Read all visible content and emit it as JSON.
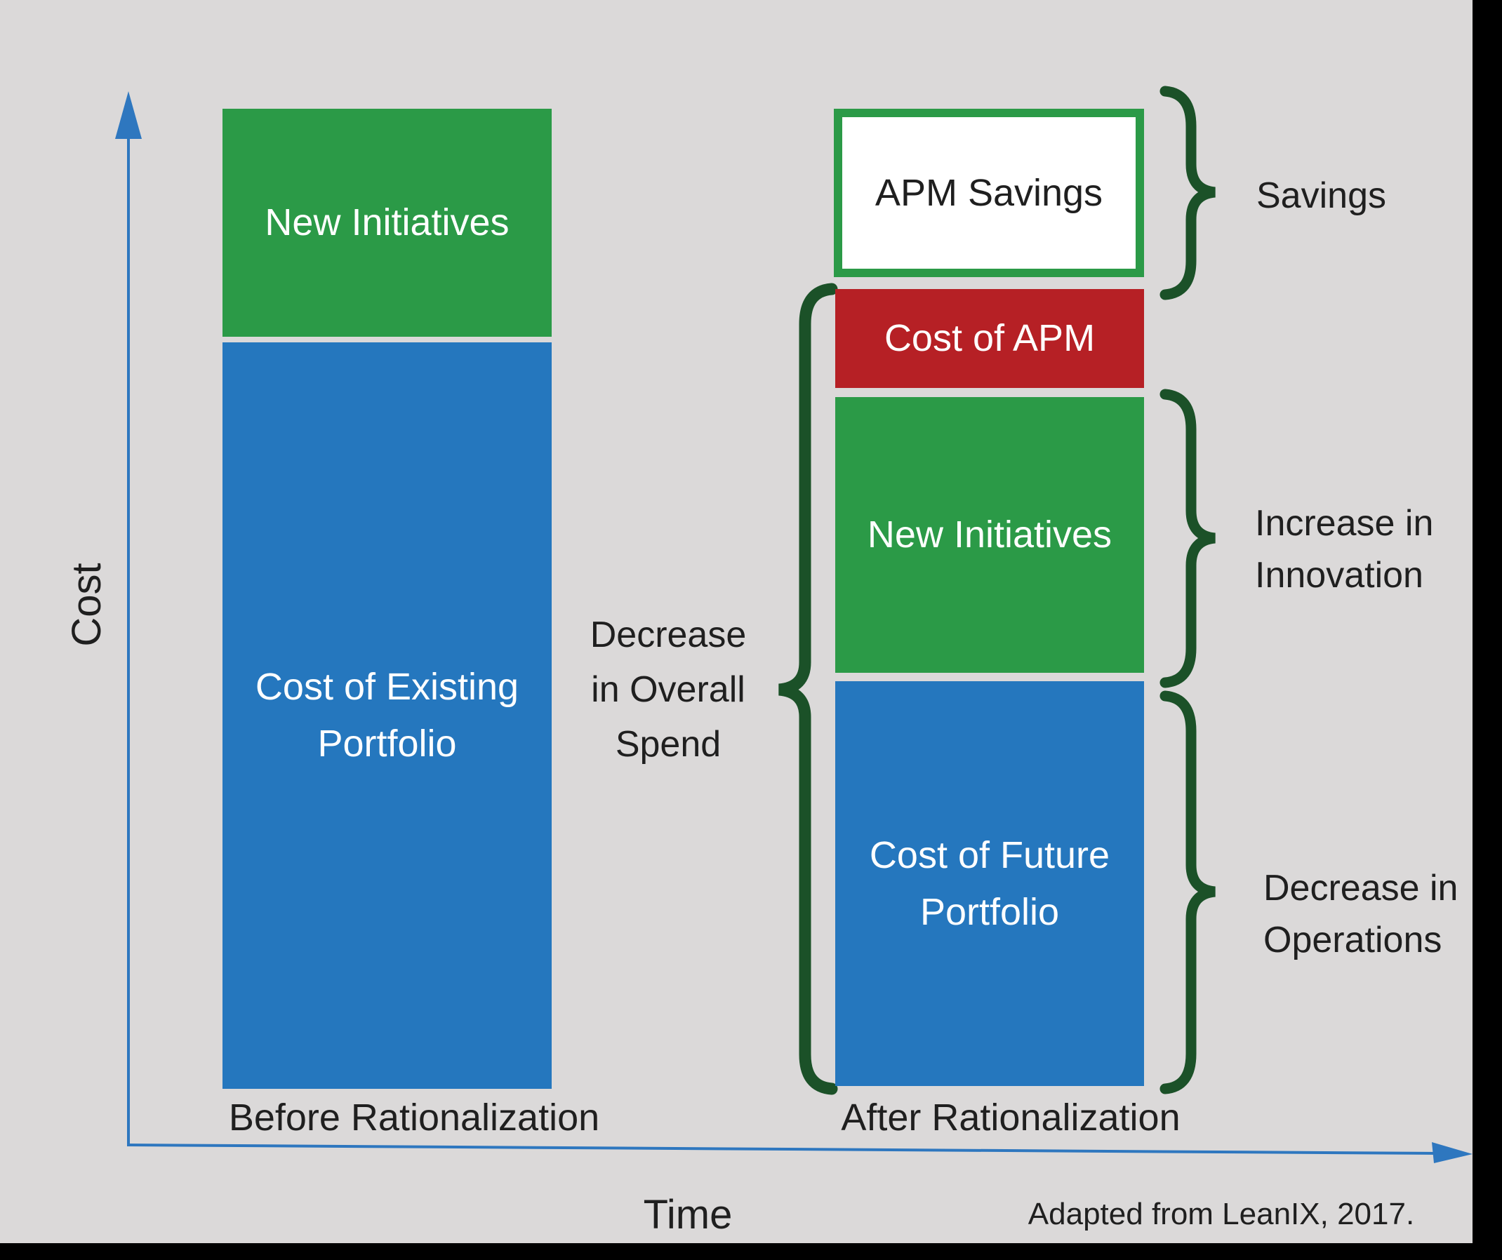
{
  "colors": {
    "background": "#dbd9d9",
    "green": "#2b9a47",
    "blue": "#2577be",
    "red": "#b62025",
    "dark_green_brace": "#1b5128",
    "axis_blue": "#2e77bf",
    "text_dark": "#1f1f1f",
    "savings_box_fill": "#ffffff",
    "frame_black": "#000000"
  },
  "axes": {
    "y_label": "Cost",
    "x_label": "Time"
  },
  "bars": {
    "before": {
      "caption": "Before Rationalization",
      "segments": {
        "new_initiatives": "New Initiatives",
        "existing_portfolio": "Cost of Existing Portfolio"
      }
    },
    "after": {
      "caption": "After Rationalization",
      "segments": {
        "apm_savings": "APM Savings",
        "cost_of_apm": "Cost of APM",
        "new_initiatives": "New Initiatives",
        "future_portfolio": "Cost of Future Portfolio"
      }
    }
  },
  "callouts": {
    "savings": "Savings",
    "innovation": "Increase in Innovation",
    "operations": "Decrease in Operations",
    "overall_spend": "Decrease in Overall Spend"
  },
  "credit": "Adapted from LeanIX, 2017.",
  "chart_data": {
    "type": "bar",
    "subtype": "stacked conceptual comparison (no numeric scale shown)",
    "categories": [
      "Before Rationalization",
      "After Rationalization"
    ],
    "series": [
      {
        "name": "Cost of Existing Portfolio",
        "color": "#2577be",
        "values": [
          76,
          0
        ]
      },
      {
        "name": "Cost of Future Portfolio",
        "color": "#2577be",
        "values": [
          0,
          41
        ]
      },
      {
        "name": "New Initiatives",
        "color": "#2b9a47",
        "values": [
          23,
          28
        ]
      },
      {
        "name": "Cost of APM",
        "color": "#b62025",
        "values": [
          0,
          10
        ]
      },
      {
        "name": "APM Savings",
        "color": "#ffffff",
        "values": [
          0,
          18
        ]
      }
    ],
    "xlabel": "Time",
    "ylabel": "Cost",
    "ylim": [
      0,
      100
    ],
    "grid": false,
    "legend_position": "none",
    "annotations": [
      "Savings",
      "Increase in Innovation",
      "Decrease in Operations",
      "Decrease in Overall Spend"
    ],
    "source_note": "Adapted from LeanIX, 2017."
  }
}
